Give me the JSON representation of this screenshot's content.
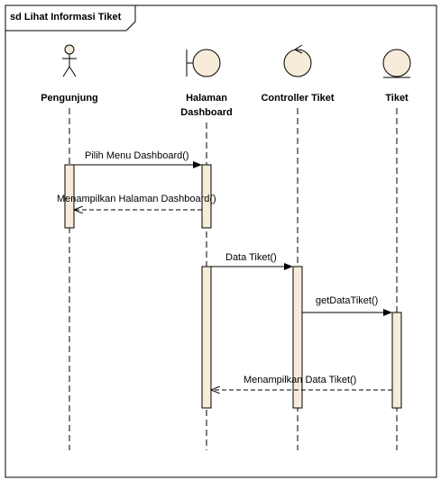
{
  "frame": {
    "title": "sd Lihat Informasi Tiket"
  },
  "lifelines": [
    {
      "id": "pengunjung",
      "type": "actor",
      "label": "Pengunjung"
    },
    {
      "id": "halaman",
      "type": "boundary",
      "label_line1": "Halaman",
      "label_line2": "Dashboard"
    },
    {
      "id": "controller",
      "type": "control",
      "label": "Controller Tiket"
    },
    {
      "id": "tiket",
      "type": "entity",
      "label": "Tiket"
    }
  ],
  "messages": [
    {
      "id": "m1",
      "label": "Pilih Menu Dashboard()",
      "from": "pengunjung",
      "to": "halaman",
      "kind": "call"
    },
    {
      "id": "m2",
      "label": "Menampilkan Halaman Dashboard()",
      "from": "halaman",
      "to": "pengunjung",
      "kind": "return"
    },
    {
      "id": "m3",
      "label": "Data Tiket()",
      "from": "halaman",
      "to": "controller",
      "kind": "call"
    },
    {
      "id": "m4",
      "label": "getDataTiket()",
      "from": "controller",
      "to": "tiket",
      "kind": "call"
    },
    {
      "id": "m5",
      "label": "Menampilkan Data Tiket()",
      "from": "tiket",
      "to": "halaman",
      "kind": "return"
    }
  ],
  "colors": {
    "activation_fill": "#f7ebd9",
    "shape_fill": "#f7ebd9",
    "line": "#000000"
  }
}
